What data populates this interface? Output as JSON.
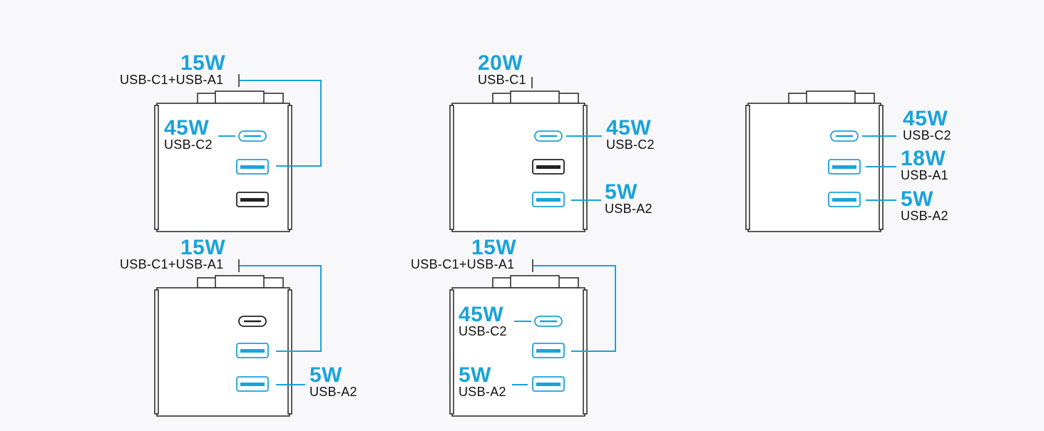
{
  "colors": {
    "accent": "#1aa3d9",
    "outline": "#222222",
    "background": "#f8f8fb"
  },
  "configs": [
    {
      "id": "config-1",
      "callouts": [
        {
          "watts": "15W",
          "port": "USB-C1+USB-A1"
        },
        {
          "watts": "45W",
          "port": "USB-C2"
        }
      ],
      "ports": [
        "usb-c-highlighted",
        "usb-a-highlighted",
        "usb-a-inactive"
      ]
    },
    {
      "id": "config-2",
      "callouts": [
        {
          "watts": "20W",
          "port": "USB-C1"
        },
        {
          "watts": "45W",
          "port": "USB-C2"
        },
        {
          "watts": "5W",
          "port": "USB-A2"
        }
      ],
      "ports": [
        "usb-c-highlighted",
        "usb-a-inactive",
        "usb-a-highlighted"
      ]
    },
    {
      "id": "config-3",
      "callouts": [
        {
          "watts": "45W",
          "port": "USB-C2"
        },
        {
          "watts": "18W",
          "port": "USB-A1"
        },
        {
          "watts": "5W",
          "port": "USB-A2"
        }
      ],
      "ports": [
        "usb-c-highlighted",
        "usb-a-highlighted",
        "usb-a-highlighted"
      ]
    },
    {
      "id": "config-4",
      "callouts": [
        {
          "watts": "15W",
          "port": "USB-C1+USB-A1"
        },
        {
          "watts": "5W",
          "port": "USB-A2"
        }
      ],
      "ports": [
        "usb-c-inactive",
        "usb-a-highlighted",
        "usb-a-highlighted"
      ]
    },
    {
      "id": "config-5",
      "callouts": [
        {
          "watts": "15W",
          "port": "USB-C1+USB-A1"
        },
        {
          "watts": "45W",
          "port": "USB-C2"
        },
        {
          "watts": "5W",
          "port": "USB-A2"
        }
      ],
      "ports": [
        "usb-c-highlighted",
        "usb-a-highlighted",
        "usb-a-highlighted"
      ]
    }
  ]
}
